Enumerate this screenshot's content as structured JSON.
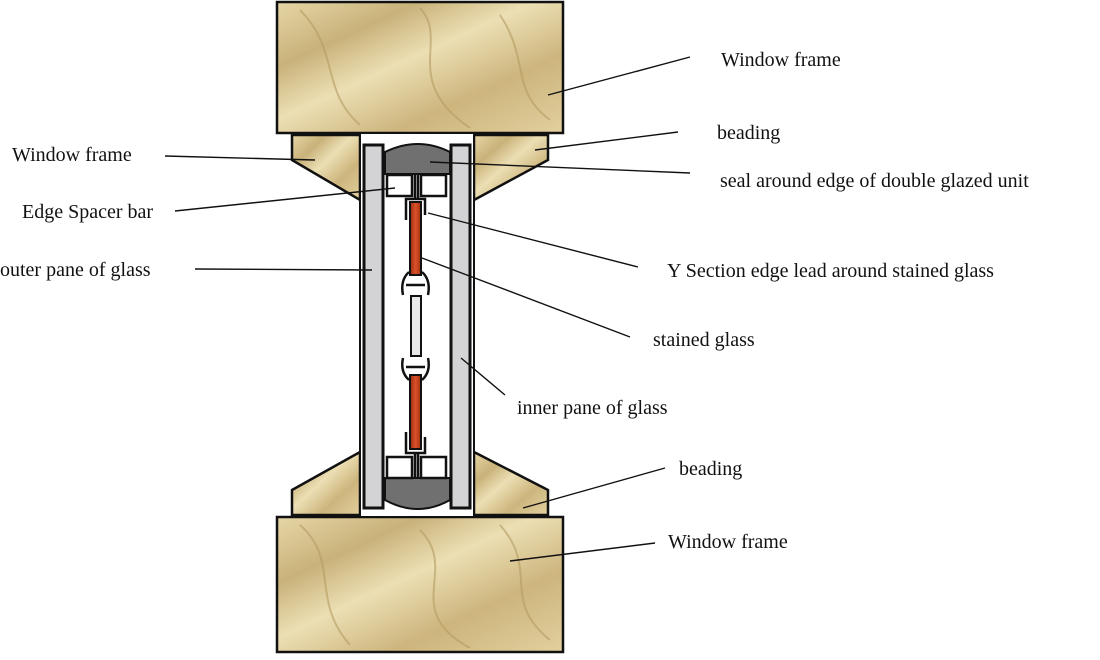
{
  "labels": {
    "window_frame_top": "Window frame",
    "beading_top": "beading",
    "window_frame_left": "Window frame",
    "seal": "seal around edge of double glazed unit",
    "edge_spacer": "Edge Spacer bar",
    "outer_pane": "outer pane of glass",
    "y_section": "Y Section edge lead around stained glass",
    "stained_glass": "stained glass",
    "inner_pane": "inner pane of glass",
    "beading_bottom": "beading",
    "window_frame_bottom": "Window frame"
  },
  "colors": {
    "wood": "#d8c38e",
    "glass_pane": "#d3d3d6",
    "seal": "#707070",
    "stained_glass": "#c8401c"
  }
}
